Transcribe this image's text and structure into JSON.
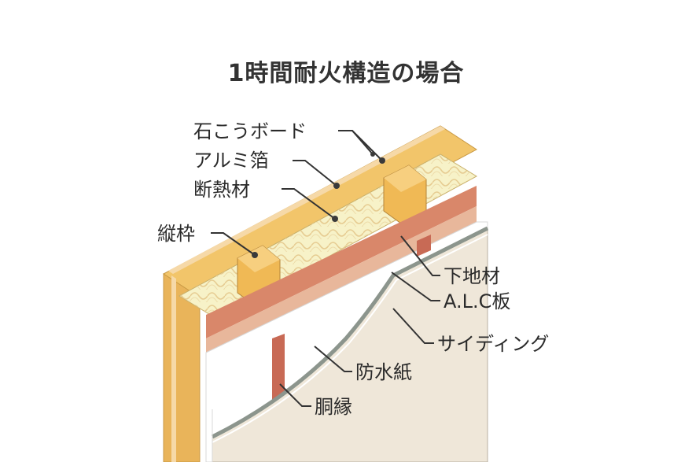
{
  "title": "1時間耐火構造の場合",
  "labels": {
    "gypsum_board": "石こうボード",
    "aluminum_foil": "アルミ箔",
    "insulation": "断熱材",
    "vertical_frame": "縦枠",
    "base_material": "下地材",
    "alc_panel": "A.L.C板",
    "siding": "サイディング",
    "waterproof_paper": "防水紙",
    "furring_strip": "胴縁"
  },
  "colors": {
    "wood": "#f2c56a",
    "gypsum": "#f6d9a8",
    "insulation": "#f7f2c8",
    "furring": "#d9876a",
    "siding": "#efe7d9",
    "alc_edge": "#8c958d",
    "waterproof": "#ffffff"
  }
}
